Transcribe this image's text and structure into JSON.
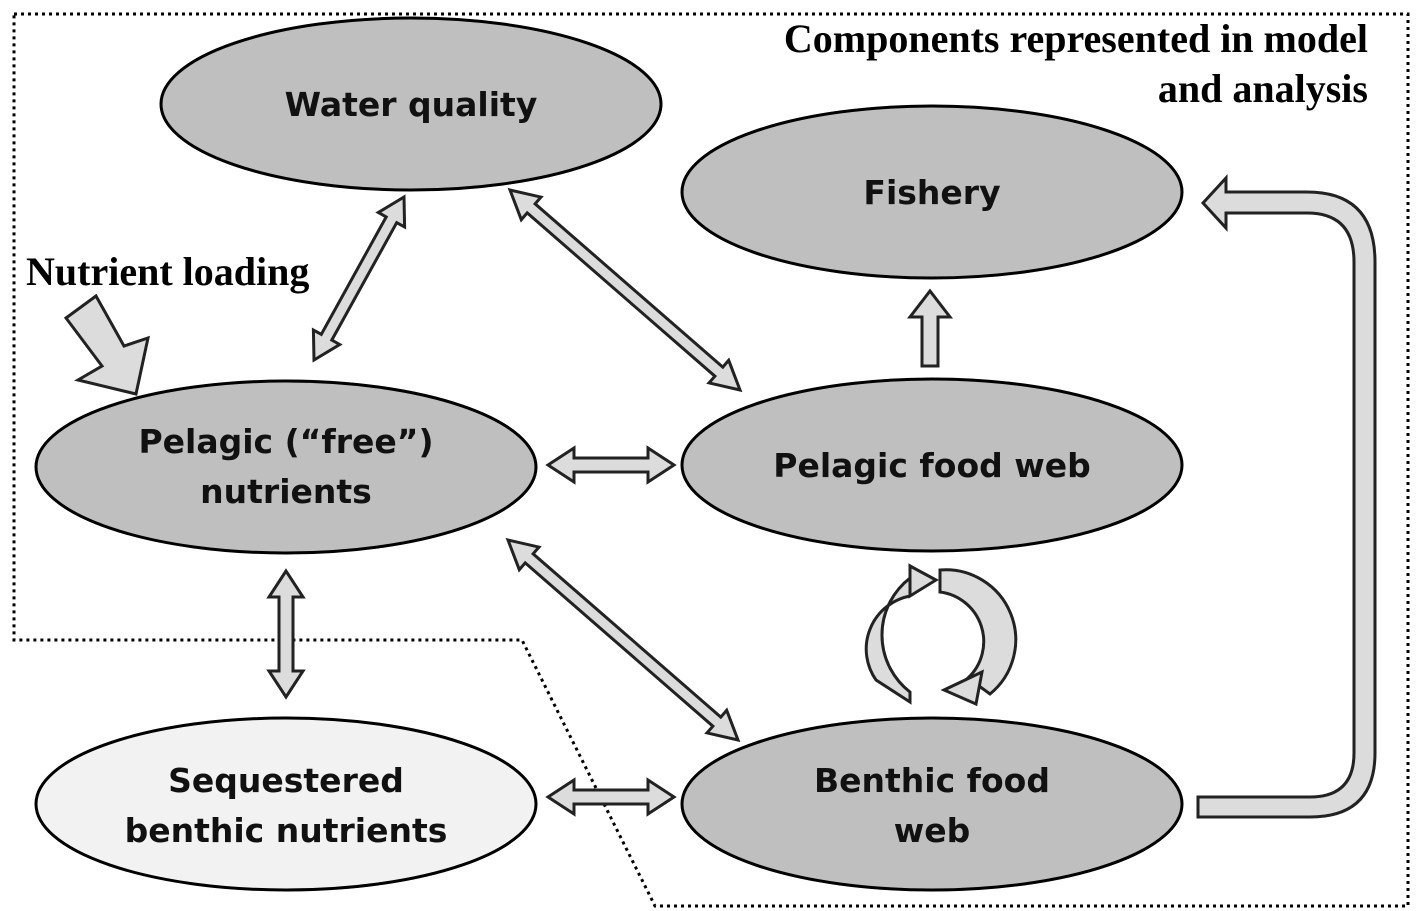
{
  "boundary": {
    "label_line1": "Components represented in model",
    "label_line2": "and analysis"
  },
  "external_input": {
    "label": "Nutrient loading"
  },
  "nodes": {
    "water_quality": {
      "line1": "Water quality"
    },
    "fishery": {
      "line1": "Fishery"
    },
    "pelagic_nutrients": {
      "line1": "Pelagic (“free”)",
      "line2": "nutrients"
    },
    "pelagic_food_web": {
      "line1": "Pelagic food web"
    },
    "sequestered_nutrients": {
      "line1": "Sequestered",
      "line2": "benthic nutrients"
    },
    "benthic_food_web": {
      "line1": "Benthic food",
      "line2": "web"
    }
  },
  "colors": {
    "node_fill": "#bfbfbf",
    "outside_node_fill": "#f2f2f2",
    "arrow_fill": "#dcdcdc",
    "outline": "#000000"
  }
}
